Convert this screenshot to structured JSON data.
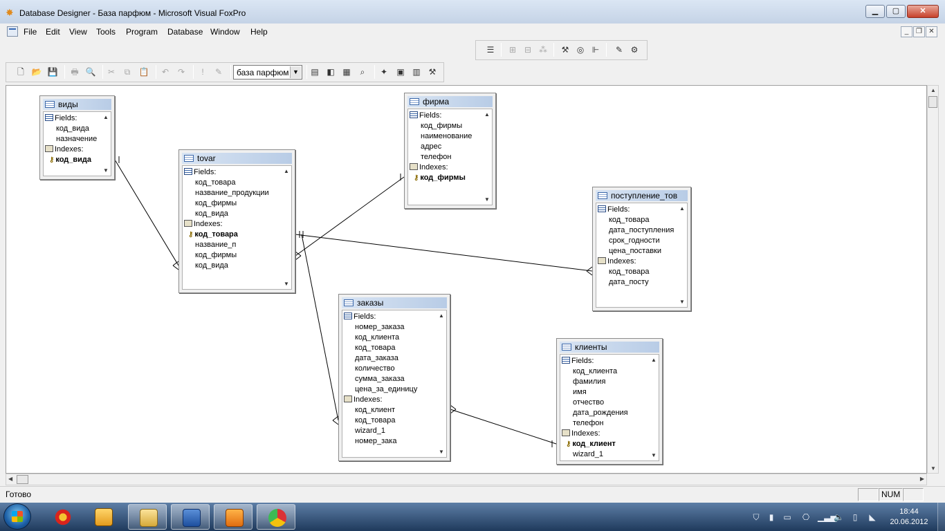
{
  "window": {
    "title": "Database Designer - База парфюм - Microsoft Visual FoxPro",
    "minimize_glyph": "▁",
    "maximize_glyph": "▢",
    "close_glyph": "✕"
  },
  "menu": {
    "items": [
      "File",
      "Edit",
      "View",
      "Tools",
      "Program",
      "Database",
      "Window",
      "Help"
    ],
    "mdi_minimize": "_",
    "mdi_restore": "❐",
    "mdi_close": "✕"
  },
  "toolbar": {
    "database_combo": "база парфюм",
    "combo_arrow": "▼",
    "icons": {
      "new": "🗋",
      "open": "📂",
      "save": "💾",
      "print": "🖶",
      "preview": "🔍",
      "cut": "✂",
      "copy": "⧉",
      "paste": "📋",
      "undo": "↶",
      "redo": "↷",
      "run": "!",
      "modify": "✎",
      "cmd": "▤",
      "view_win": "◧",
      "props": "▦",
      "db_browse": "⌕",
      "wizard": "✦",
      "data_session": "▣",
      "form": "▥",
      "builder": "⚒",
      "db_tb1": "☰",
      "db_tb2": "⊞",
      "db_tb3": "⊟",
      "db_tb4": "⁂",
      "db_tb5": "⚒",
      "db_tb6": "◎",
      "db_tb7": "⊩",
      "db_tb8": "✎",
      "db_tb9": "⚙"
    }
  },
  "tables": [
    {
      "name": "виды",
      "fields_label": "Fields:",
      "fields": [
        "код_вида",
        "назначение"
      ],
      "indexes_label": "Indexes:",
      "indexes": [
        {
          "name": "код_вида",
          "primary": true
        }
      ]
    },
    {
      "name": "tovar",
      "fields_label": "Fields:",
      "fields": [
        "код_товара",
        "название_продукции",
        "код_фирмы",
        "код_вида"
      ],
      "indexes_label": "Indexes:",
      "indexes": [
        {
          "name": "код_товара",
          "primary": true
        },
        {
          "name": "название_п",
          "primary": false
        },
        {
          "name": "код_фирмы",
          "primary": false
        },
        {
          "name": "код_вида",
          "primary": false
        }
      ]
    },
    {
      "name": "фирма",
      "fields_label": "Fields:",
      "fields": [
        "код_фирмы",
        "наименование",
        "адрес",
        "телефон"
      ],
      "indexes_label": "Indexes:",
      "indexes": [
        {
          "name": "код_фирмы",
          "primary": true
        }
      ]
    },
    {
      "name": "поступление_тов",
      "fields_label": "Fields:",
      "fields": [
        "код_товара",
        "дата_поступления",
        "срок_годности",
        "цена_поставки"
      ],
      "indexes_label": "Indexes:",
      "indexes": [
        {
          "name": "код_товара",
          "primary": false
        },
        {
          "name": "дата_посту",
          "primary": false
        }
      ]
    },
    {
      "name": "заказы",
      "fields_label": "Fields:",
      "fields": [
        "номер_заказа",
        "код_клиента",
        "код_товара",
        "дата_заказа",
        "количество",
        "сумма_заказа",
        "цена_за_единицу"
      ],
      "indexes_label": "Indexes:",
      "indexes": [
        {
          "name": "код_клиент",
          "primary": false
        },
        {
          "name": "код_товара",
          "primary": false
        },
        {
          "name": "wizard_1",
          "primary": false
        },
        {
          "name": "номер_зака",
          "primary": false
        }
      ]
    },
    {
      "name": "клиенты",
      "fields_label": "Fields:",
      "fields": [
        "код_клиента",
        "фамилия",
        "имя",
        "отчество",
        "дата_рождения",
        "телефон"
      ],
      "indexes_label": "Indexes:",
      "indexes": [
        {
          "name": "код_клиент",
          "primary": true
        },
        {
          "name": "wizard_1",
          "primary": false
        }
      ]
    }
  ],
  "status": {
    "text": "Готово",
    "num": "NUM"
  },
  "taskbar": {
    "time": "18:44",
    "date": "20.06.2012"
  },
  "colors": {
    "title_bar": "#c4d3e6",
    "workspace": "#ffffff",
    "taskbar": "#1f3a5c",
    "close_button": "#c7412b"
  }
}
